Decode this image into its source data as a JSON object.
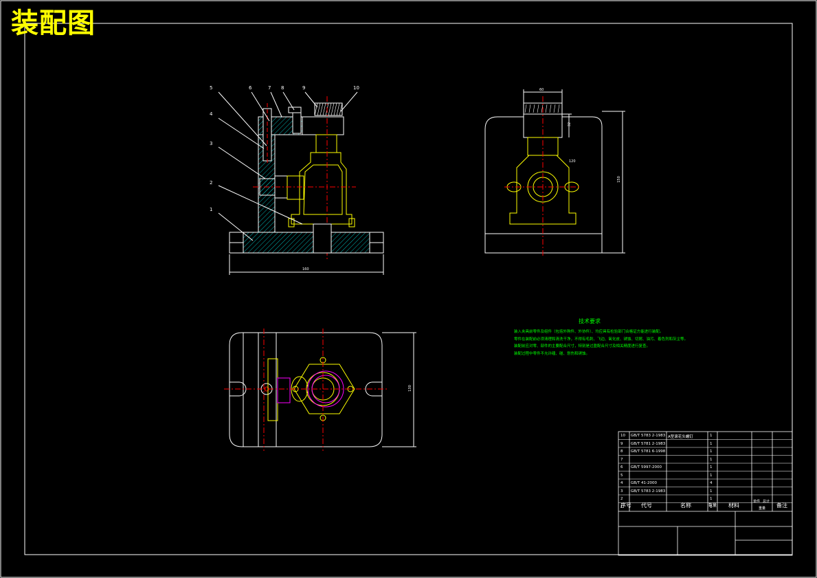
{
  "drawing_title": "装配图",
  "colors": {
    "background": "#000000",
    "frame": "#ffffff",
    "title": "#ffff00",
    "hatch": "#00c8c8",
    "part": "#ffff00",
    "centerline": "#ff0000",
    "highlight": "#ff00ff",
    "notes": "#00ff00"
  },
  "part_callouts": [
    "5",
    "6",
    "7",
    "8",
    "9",
    "10",
    "4",
    "3",
    "2",
    "1"
  ],
  "dimensions": {
    "front_width": "160",
    "top_width": "60",
    "side_height_small": "32",
    "side_mid": "120",
    "side_height": "150",
    "plan_height": "130"
  },
  "technical_requirements": {
    "title": "技术要求",
    "lines": [
      "装入夹具前零件及组件（包括外购件、外协件）、均应具有检验部门合格证方能进行装配。",
      "零件在装配前必须清理和清洗干净，不得有毛刺、飞边、氧化皮、锈蚀、切屑、油污、着色剂和灰尘等。",
      "装配前应对零、部件的主要配合尺寸，特别是过盈配合尺寸及相关精度进行复查。",
      "装配过程中零件不允许磕、碰、划伤和锈蚀。"
    ]
  },
  "bom": {
    "header": {
      "seq": "序号",
      "code": "代号",
      "name": "名称",
      "qty": "数量",
      "material": "材料",
      "unit_weight": "单件",
      "total_weight": "总计",
      "weight_label": "重量",
      "remark": "备注"
    },
    "rows": [
      {
        "seq": "10",
        "code": "GB/T 5783 2-1983",
        "name": "A型滚花头螺钉",
        "qty": "1",
        "material": "",
        "remark": ""
      },
      {
        "seq": "9",
        "code": "GB/T 5781 2-1983",
        "name": "",
        "qty": "1",
        "material": "",
        "remark": ""
      },
      {
        "seq": "8",
        "code": "GB/T 5781 6-1998",
        "name": "",
        "qty": "1",
        "material": "",
        "remark": ""
      },
      {
        "seq": "7",
        "code": "",
        "name": "",
        "qty": "1",
        "material": "",
        "remark": ""
      },
      {
        "seq": "6",
        "code": "GB/T 5997-2000",
        "name": "",
        "qty": "1",
        "material": "",
        "remark": ""
      },
      {
        "seq": "5",
        "code": "",
        "name": "",
        "qty": "1",
        "material": "",
        "remark": ""
      },
      {
        "seq": "4",
        "code": "GB/T 41-2000",
        "name": "",
        "qty": "4",
        "material": "",
        "remark": ""
      },
      {
        "seq": "3",
        "code": "GB/T 5783 2-1983",
        "name": "",
        "qty": "1",
        "material": "",
        "remark": ""
      },
      {
        "seq": "2",
        "code": "",
        "name": "",
        "qty": "1",
        "material": "",
        "remark": ""
      },
      {
        "seq": "1",
        "code": "",
        "name": "",
        "qty": "1",
        "material": "",
        "remark": ""
      }
    ]
  }
}
